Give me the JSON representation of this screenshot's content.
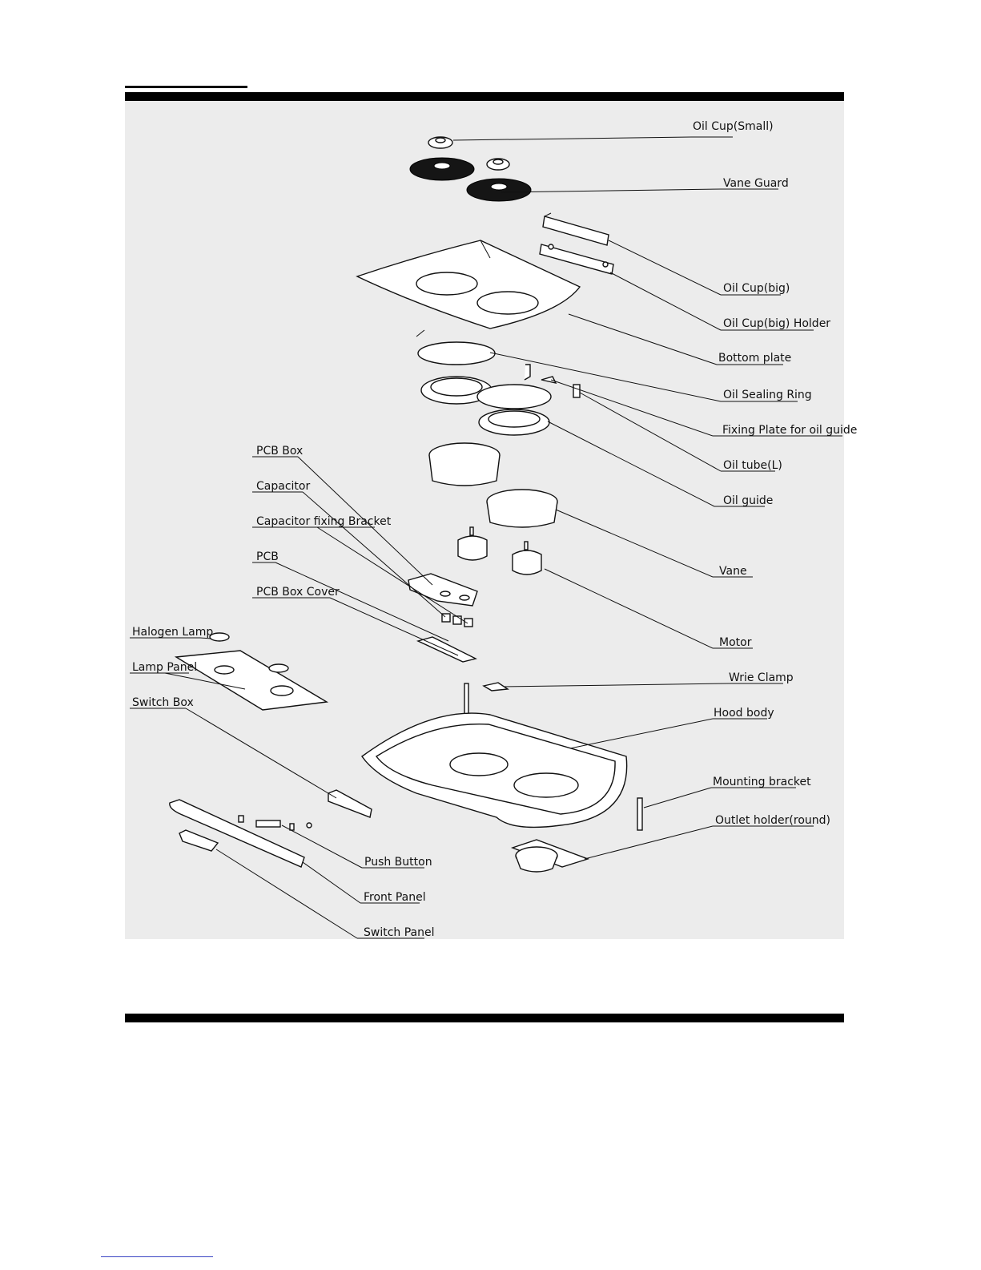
{
  "labels": {
    "oil_cup_small": "Oil Cup(Small)",
    "vane_guard": "Vane Guard",
    "oil_cup_big": "Oil Cup(big)",
    "oil_cup_big_holder": "Oil Cup(big) Holder",
    "bottom_plate": "Bottom plate",
    "oil_sealing_ring": "Oil Sealing Ring",
    "fixing_plate_oil_guide": "Fixing Plate for oil guide",
    "oil_tube_l": "Oil tube(L)",
    "oil_guide": "Oil guide",
    "vane": "Vane",
    "motor": "Motor",
    "wire_clamp": "Wrie Clamp",
    "hood_body": "Hood body",
    "mounting_bracket": "Mounting bracket",
    "outlet_holder": "Outlet holder(round)",
    "pcb_box": "PCB Box",
    "capacitor": "Capacitor",
    "capacitor_fixing_bracket": "Capacitor fixing Bracket",
    "pcb": "PCB",
    "pcb_box_cover": "PCB Box Cover",
    "halogen_lamp": "Halogen Lamp",
    "lamp_panel": "Lamp Panel",
    "switch_box": "Switch Box",
    "push_button": "Push Button",
    "front_panel": "Front Panel",
    "switch_panel": "Switch Panel"
  }
}
